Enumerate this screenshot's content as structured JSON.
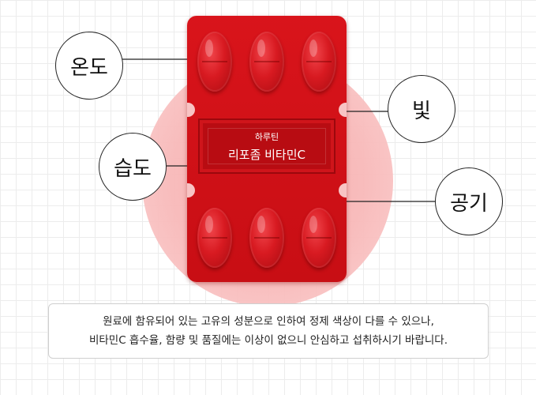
{
  "factors": {
    "temperature": "온도",
    "humidity": "습도",
    "light": "빛",
    "air": "공기"
  },
  "package": {
    "brand": "하루틴",
    "product_name": "리포좀 비타민C"
  },
  "notice": {
    "line1": "원료에 함유되어 있는 고유의 성분으로 인하여 정제 색상이 다를 수 있으나,",
    "line2": "비타민C 흡수율, 함량 및 품질에는 이상이 없으니 안심하고 섭취하시기 바랍니다."
  },
  "colors": {
    "pack_red": "#d9141b",
    "glow_pink": "#f8b9b9",
    "grid": "#ececec"
  }
}
